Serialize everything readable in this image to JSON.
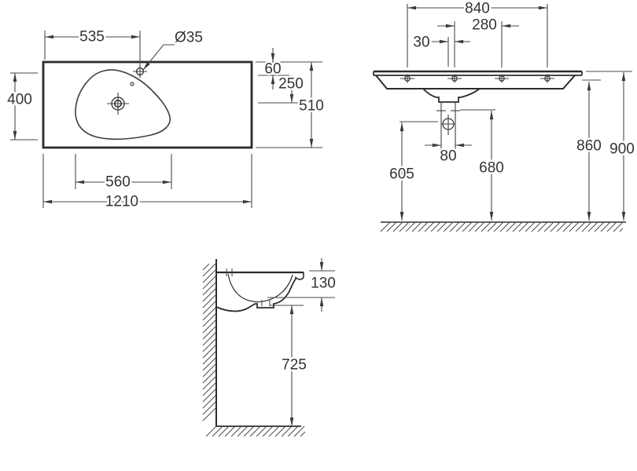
{
  "drawing": {
    "type": "washbasin technical dimension drawing",
    "colors": {
      "outline": "#2b2b2b",
      "dimension_line": "#4a4a4a",
      "label_text": "#333333",
      "background": "#ffffff"
    },
    "plan": {
      "d535": "535",
      "d35": "Ø35",
      "d400": "400",
      "d60": "60",
      "d250": "250",
      "d510": "510",
      "d560": "560",
      "d1210": "1210"
    },
    "front": {
      "d840": "840",
      "d280": "280",
      "d30": "30",
      "d80": "80",
      "d605": "605",
      "d680": "680",
      "d860": "860",
      "d900": "900"
    },
    "side": {
      "d130": "130",
      "d725": "725"
    }
  }
}
